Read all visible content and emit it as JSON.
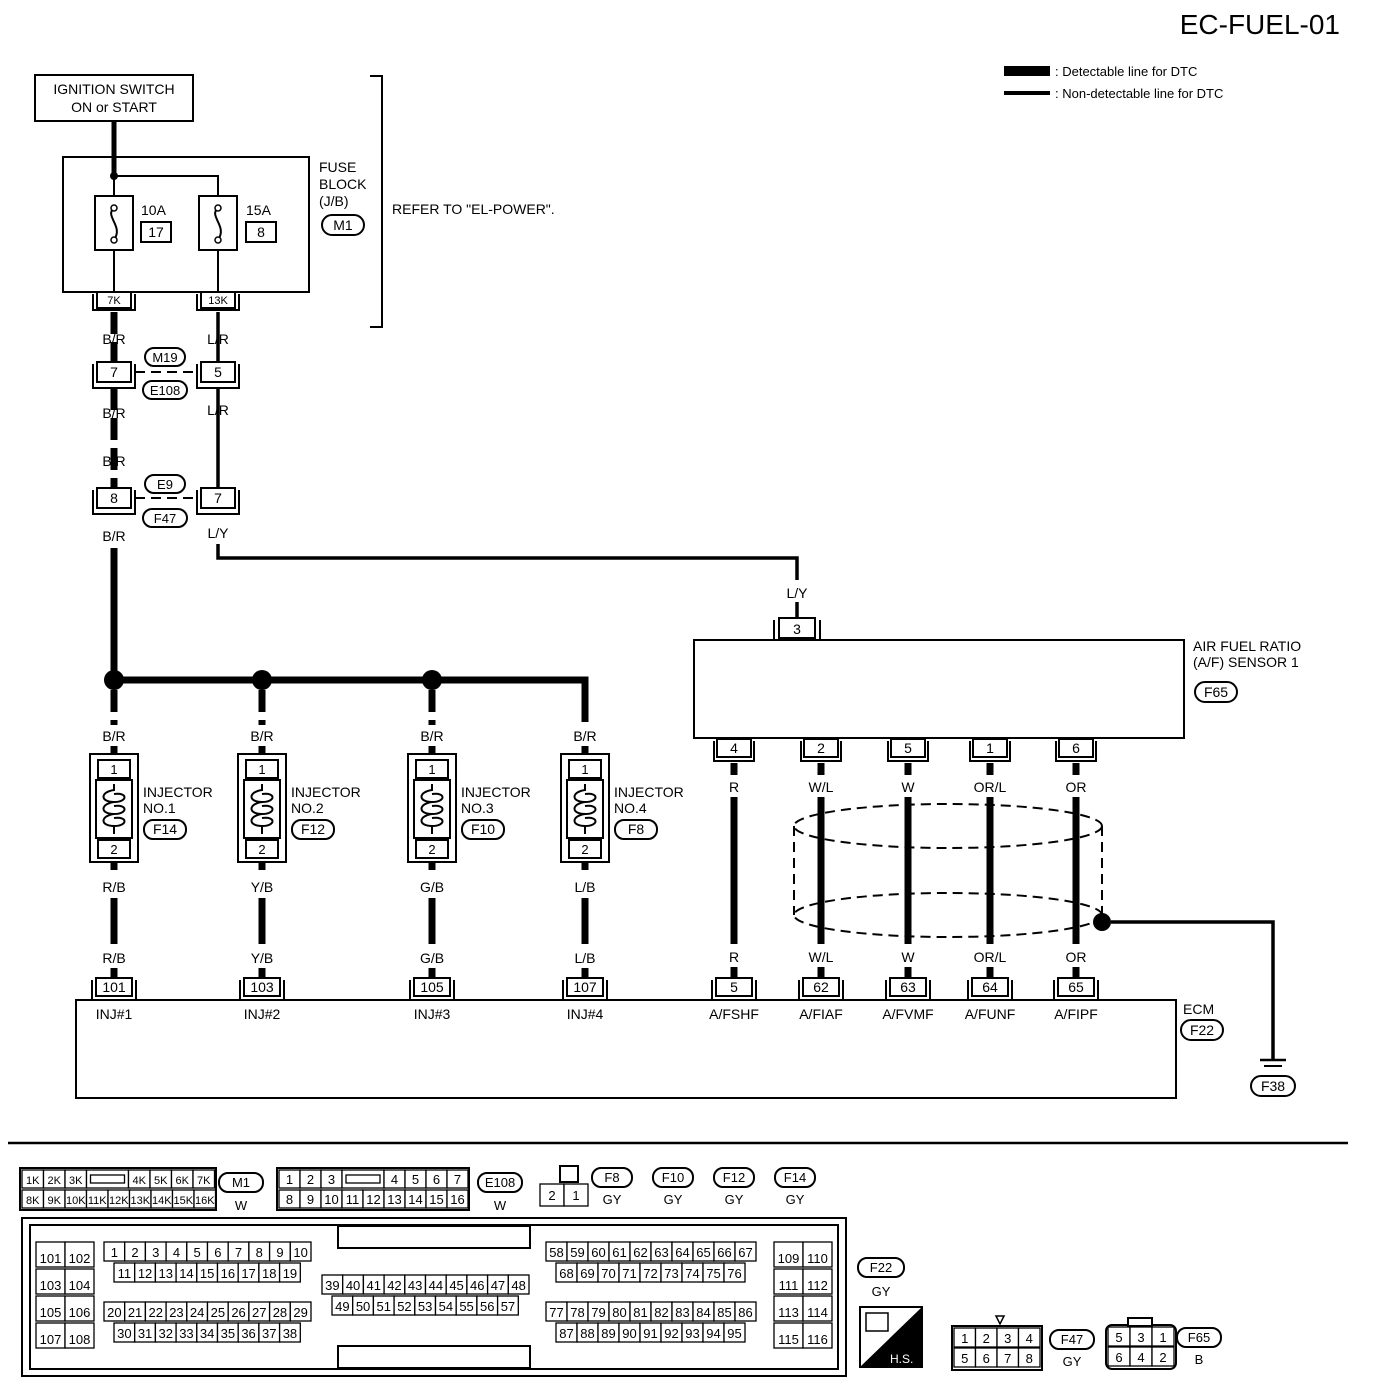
{
  "page_code": "EC-FUEL-01",
  "legend": {
    "detectable": ": Detectable line for DTC",
    "non_detectable": ": Non-detectable line for DTC"
  },
  "ignition": {
    "line1": "IGNITION SWITCH",
    "line2": "ON or START"
  },
  "fuse_block": {
    "line1": "FUSE",
    "line2": "BLOCK",
    "line3": "(J/B)",
    "connector": "M1",
    "refer": "REFER TO \"EL-POWER\".",
    "fuse_a": {
      "rating": "10A",
      "number": "17",
      "terminal": "7K"
    },
    "fuse_b": {
      "rating": "15A",
      "number": "8",
      "terminal": "13K"
    }
  },
  "wires": {
    "br": "B/R",
    "lr": "L/R",
    "ly": "L/Y",
    "rb": "R/B",
    "yb": "Y/B",
    "gb": "G/B",
    "lb": "L/B",
    "r": "R",
    "wl": "W/L",
    "w": "W",
    "orl": "OR/L",
    "or": "OR"
  },
  "joint1": {
    "conn_top": "M19",
    "conn_bottom": "E108",
    "pin_left": "7",
    "pin_right": "5"
  },
  "joint2": {
    "conn_top": "E9",
    "conn_bottom": "F47",
    "pin_left": "8",
    "pin_right": "7"
  },
  "af_sensor": {
    "line1": "AIR FUEL RATIO",
    "line2": "(A/F) SENSOR 1",
    "connector": "F65",
    "pin_top": "3",
    "pins": [
      "4",
      "2",
      "5",
      "1",
      "6"
    ]
  },
  "injectors": [
    {
      "line1": "INJECTOR",
      "line2": "NO.1",
      "connector": "F14",
      "pin_top": "1",
      "pin_bottom": "2"
    },
    {
      "line1": "INJECTOR",
      "line2": "NO.2",
      "connector": "F12",
      "pin_top": "1",
      "pin_bottom": "2"
    },
    {
      "line1": "INJECTOR",
      "line2": "NO.3",
      "connector": "F10",
      "pin_top": "1",
      "pin_bottom": "2"
    },
    {
      "line1": "INJECTOR",
      "line2": "NO.4",
      "connector": "F8",
      "pin_top": "1",
      "pin_bottom": "2"
    }
  ],
  "ecm": {
    "label": "ECM",
    "connector": "F22",
    "terminals": [
      {
        "pin": "101",
        "name": "INJ#1"
      },
      {
        "pin": "103",
        "name": "INJ#2"
      },
      {
        "pin": "105",
        "name": "INJ#3"
      },
      {
        "pin": "107",
        "name": "INJ#4"
      },
      {
        "pin": "5",
        "name": "A/FSHF"
      },
      {
        "pin": "62",
        "name": "A/FIAF"
      },
      {
        "pin": "63",
        "name": "A/FVMF"
      },
      {
        "pin": "64",
        "name": "A/FUNF"
      },
      {
        "pin": "65",
        "name": "A/FIPF"
      }
    ]
  },
  "ground": "F38",
  "connector_views": {
    "m1": {
      "id": "M1",
      "color": "W",
      "row1": [
        "1K",
        "2K",
        "3K",
        "",
        "4K",
        "5K",
        "6K",
        "7K"
      ],
      "row2": [
        "8K",
        "9K",
        "10K",
        "11K",
        "12K",
        "13K",
        "14K",
        "15K",
        "16K"
      ]
    },
    "e108": {
      "id": "E108",
      "color": "W",
      "row1": [
        "1",
        "2",
        "3",
        "",
        "4",
        "5",
        "6",
        "7"
      ],
      "row2": [
        "8",
        "9",
        "10",
        "11",
        "12",
        "13",
        "14",
        "15",
        "16"
      ]
    },
    "injector_conn": {
      "pins": [
        "2",
        "1"
      ],
      "color": "GY",
      "ids": [
        "F8",
        "F10",
        "F12",
        "F14"
      ]
    },
    "f22": {
      "id": "F22",
      "color": "GY",
      "hs": "H.S.",
      "left": [
        "101",
        "102",
        "103",
        "104",
        "105",
        "106",
        "107",
        "108"
      ],
      "b1_r1": [
        "1",
        "2",
        "3",
        "4",
        "5",
        "6",
        "7",
        "8",
        "9",
        "10"
      ],
      "b1_r2": [
        "11",
        "12",
        "13",
        "14",
        "15",
        "16",
        "17",
        "18",
        "19"
      ],
      "b1_r3": [
        "20",
        "21",
        "22",
        "23",
        "24",
        "25",
        "26",
        "27",
        "28",
        "29"
      ],
      "b1_r4": [
        "30",
        "31",
        "32",
        "33",
        "34",
        "35",
        "36",
        "37",
        "38"
      ],
      "b2_r1": [
        "39",
        "40",
        "41",
        "42",
        "43",
        "44",
        "45",
        "46",
        "47",
        "48"
      ],
      "b2_r2": [
        "49",
        "50",
        "51",
        "52",
        "53",
        "54",
        "55",
        "56",
        "57"
      ],
      "b3_r1": [
        "58",
        "59",
        "60",
        "61",
        "62",
        "63",
        "64",
        "65",
        "66",
        "67"
      ],
      "b3_r2": [
        "68",
        "69",
        "70",
        "71",
        "72",
        "73",
        "74",
        "75",
        "76"
      ],
      "b3_r3": [
        "77",
        "78",
        "79",
        "80",
        "81",
        "82",
        "83",
        "84",
        "85",
        "86"
      ],
      "b3_r4": [
        "87",
        "88",
        "89",
        "90",
        "91",
        "92",
        "93",
        "94",
        "95"
      ],
      "right": [
        "109",
        "110",
        "111",
        "112",
        "113",
        "114",
        "115",
        "116"
      ]
    },
    "f47": {
      "id": "F47",
      "color": "GY",
      "row1": [
        "1",
        "2",
        "3",
        "4"
      ],
      "row2": [
        "5",
        "6",
        "7",
        "8"
      ]
    },
    "f65": {
      "id": "F65",
      "color": "B",
      "row1": [
        "5",
        "3",
        "1"
      ],
      "row2": [
        "6",
        "4",
        "2"
      ]
    }
  }
}
